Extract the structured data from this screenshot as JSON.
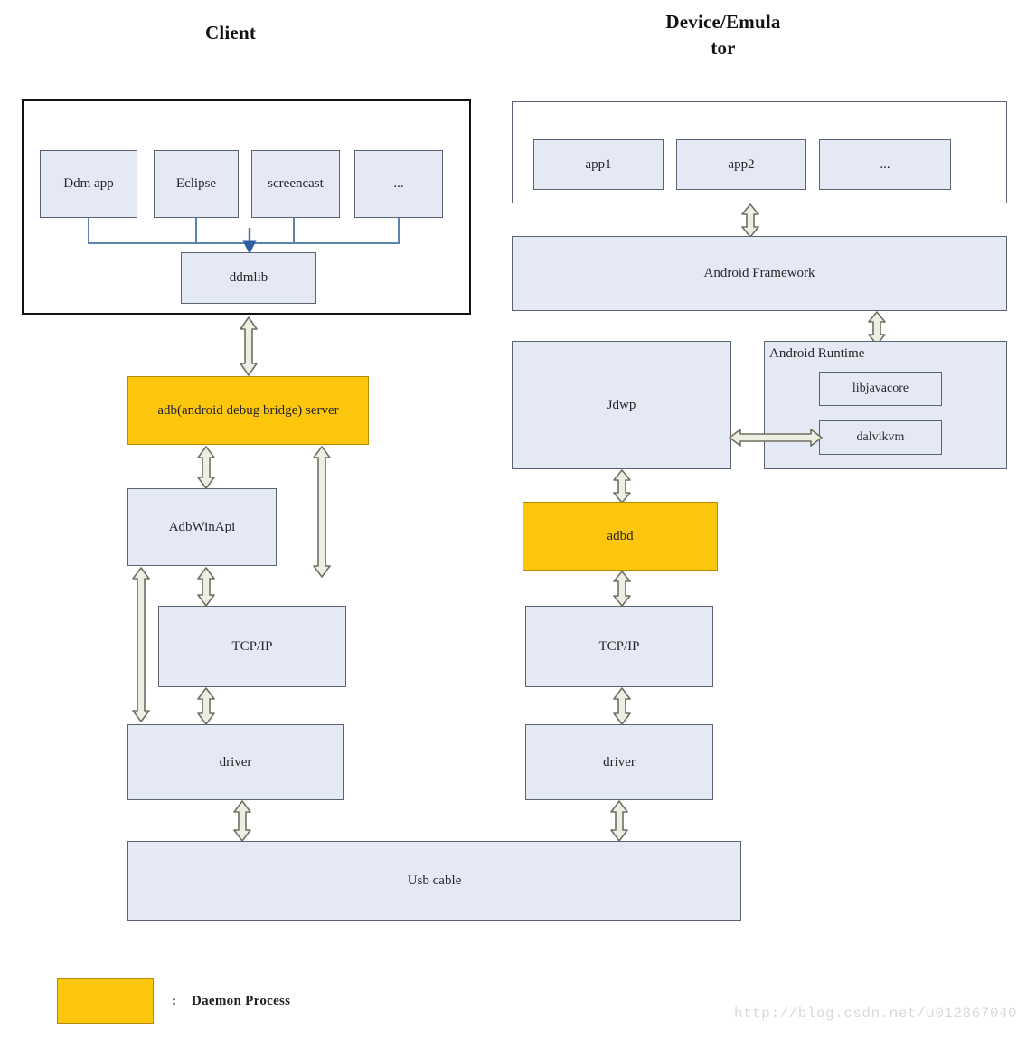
{
  "diagram": {
    "title_left": "Client",
    "title_right": "Device/Emula tor",
    "title_right_line1": "Device/Emula",
    "title_right_line2": "tor",
    "colors": {
      "daemon_fill": "#fcc60c",
      "daemon_stroke": "#b58a04",
      "node_fill": "#e4e9f4",
      "node_stroke": "#5c6374",
      "group_stroke": "#111111",
      "connector_blue": "#5b84b1",
      "arrow_fill": "#efeee2",
      "arrow_stroke": "#6e6f63",
      "watermark": "#d9d9d9"
    }
  },
  "client": {
    "group_label": "Client",
    "apps": [
      {
        "label": "Ddm app"
      },
      {
        "label": "Eclipse"
      },
      {
        "label": "screencast"
      },
      {
        "label": "..."
      }
    ],
    "ddmlib": "ddmlib",
    "adb_server": "adb(android debug bridge) server",
    "adb_win_api": "AdbWinApi",
    "tcp_ip": "TCP/IP",
    "driver": "driver"
  },
  "device": {
    "group_label": "Device/Emulator",
    "apps": [
      {
        "label": "app1"
      },
      {
        "label": "app2"
      },
      {
        "label": "..."
      }
    ],
    "android_framework": "Android Framework",
    "jdwp": "Jdwp",
    "android_runtime": "Android Runtime",
    "libjavacore": "libjavacore",
    "dalvikvm": "dalvikvm",
    "adbd": "adbd",
    "tcp_ip": "TCP/IP",
    "driver": "driver"
  },
  "shared": {
    "usb_cable": "Usb cable"
  },
  "legend": {
    "colon": ":",
    "text": "Daemon Process"
  },
  "watermark": {
    "text": "http://blog.csdn.net/u012867040"
  }
}
